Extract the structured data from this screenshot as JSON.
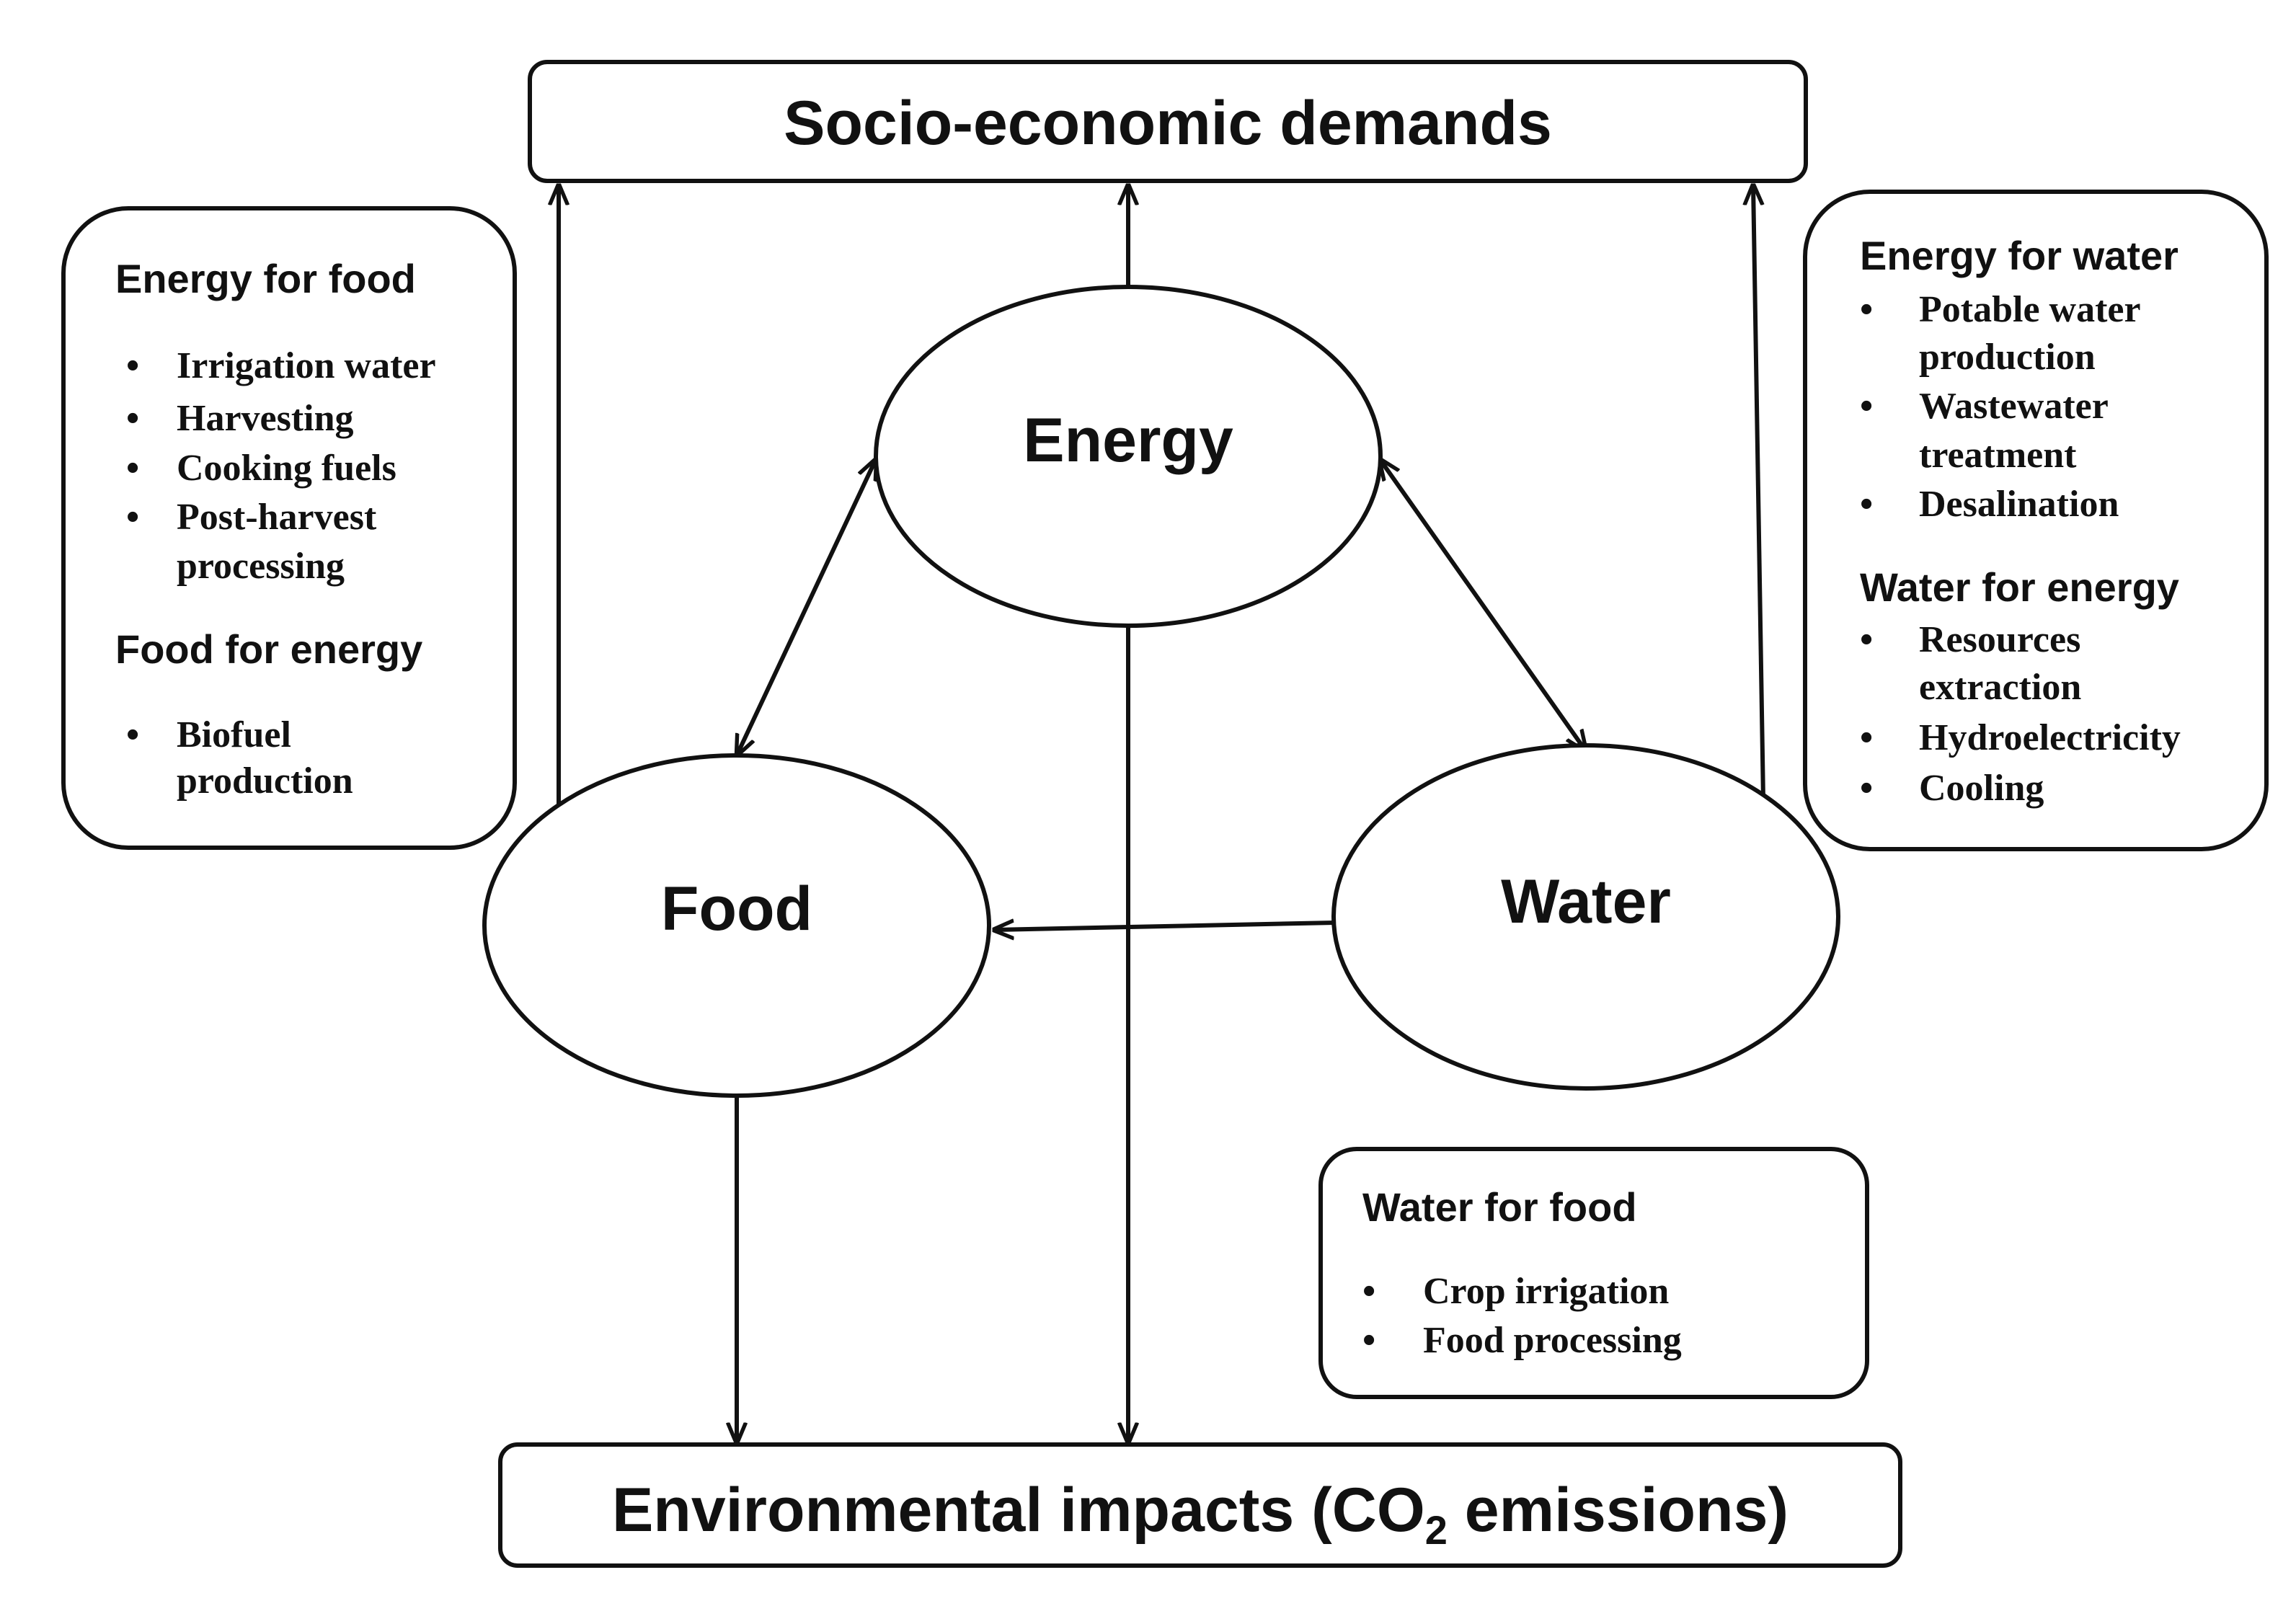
{
  "top_box": {
    "title": "Socio-economic demands"
  },
  "bottom_box": {
    "title_prefix": "Environmental impacts (CO",
    "title_sub": "2",
    "title_suffix": " emissions)"
  },
  "nodes": {
    "energy": "Energy",
    "food": "Food",
    "water": "Water"
  },
  "left_box": {
    "sections": [
      {
        "heading": "Energy for food",
        "items": [
          [
            "Irrigation water"
          ],
          [
            "Harvesting"
          ],
          [
            "Cooking fuels"
          ],
          [
            "Post-harvest",
            "processing"
          ]
        ]
      },
      {
        "heading": "Food for energy",
        "items": [
          [
            "Biofuel",
            "production"
          ]
        ]
      }
    ]
  },
  "right_box": {
    "sections": [
      {
        "heading": "Energy for water",
        "items": [
          [
            "Potable water",
            "production"
          ],
          [
            "Wastewater",
            "treatment"
          ],
          [
            "Desalination"
          ]
        ]
      },
      {
        "heading": "Water for energy",
        "items": [
          [
            "Resources",
            "extraction"
          ],
          [
            "Hydroelectricity"
          ],
          [
            "Cooling"
          ]
        ]
      }
    ]
  },
  "bottom_right_box": {
    "sections": [
      {
        "heading": "Water for food",
        "items": [
          [
            "Crop irrigation"
          ],
          [
            "Food processing"
          ]
        ]
      }
    ]
  },
  "bullet_symbol": "•"
}
